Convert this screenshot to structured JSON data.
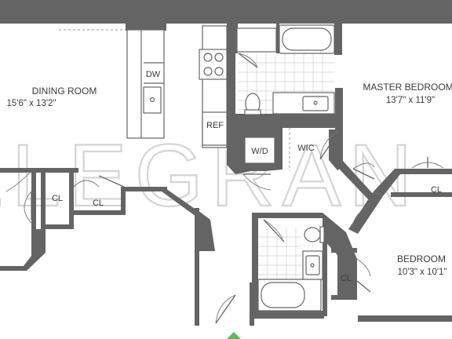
{
  "watermark": "ELEGRAN",
  "rooms": {
    "dining": {
      "name": "DINING ROOM",
      "dims": "15'6\" x 13'2\""
    },
    "master_bedroom": {
      "name": "MASTER BEDROOM",
      "dims": "13'7\" x 11'9\""
    },
    "bedroom": {
      "name": "BEDROOM",
      "dims": "10'3\" x 10'1\""
    }
  },
  "labels": {
    "dishwasher": "DW",
    "refrigerator": "REF",
    "washer_dryer": "W/D",
    "walk_in_closet": "WIC",
    "closet": "CL"
  },
  "colors": {
    "walls": "#646464",
    "text": "#3a3a3a",
    "entry_marker": "#5cb85c",
    "watermark": "#d4d4d4"
  }
}
